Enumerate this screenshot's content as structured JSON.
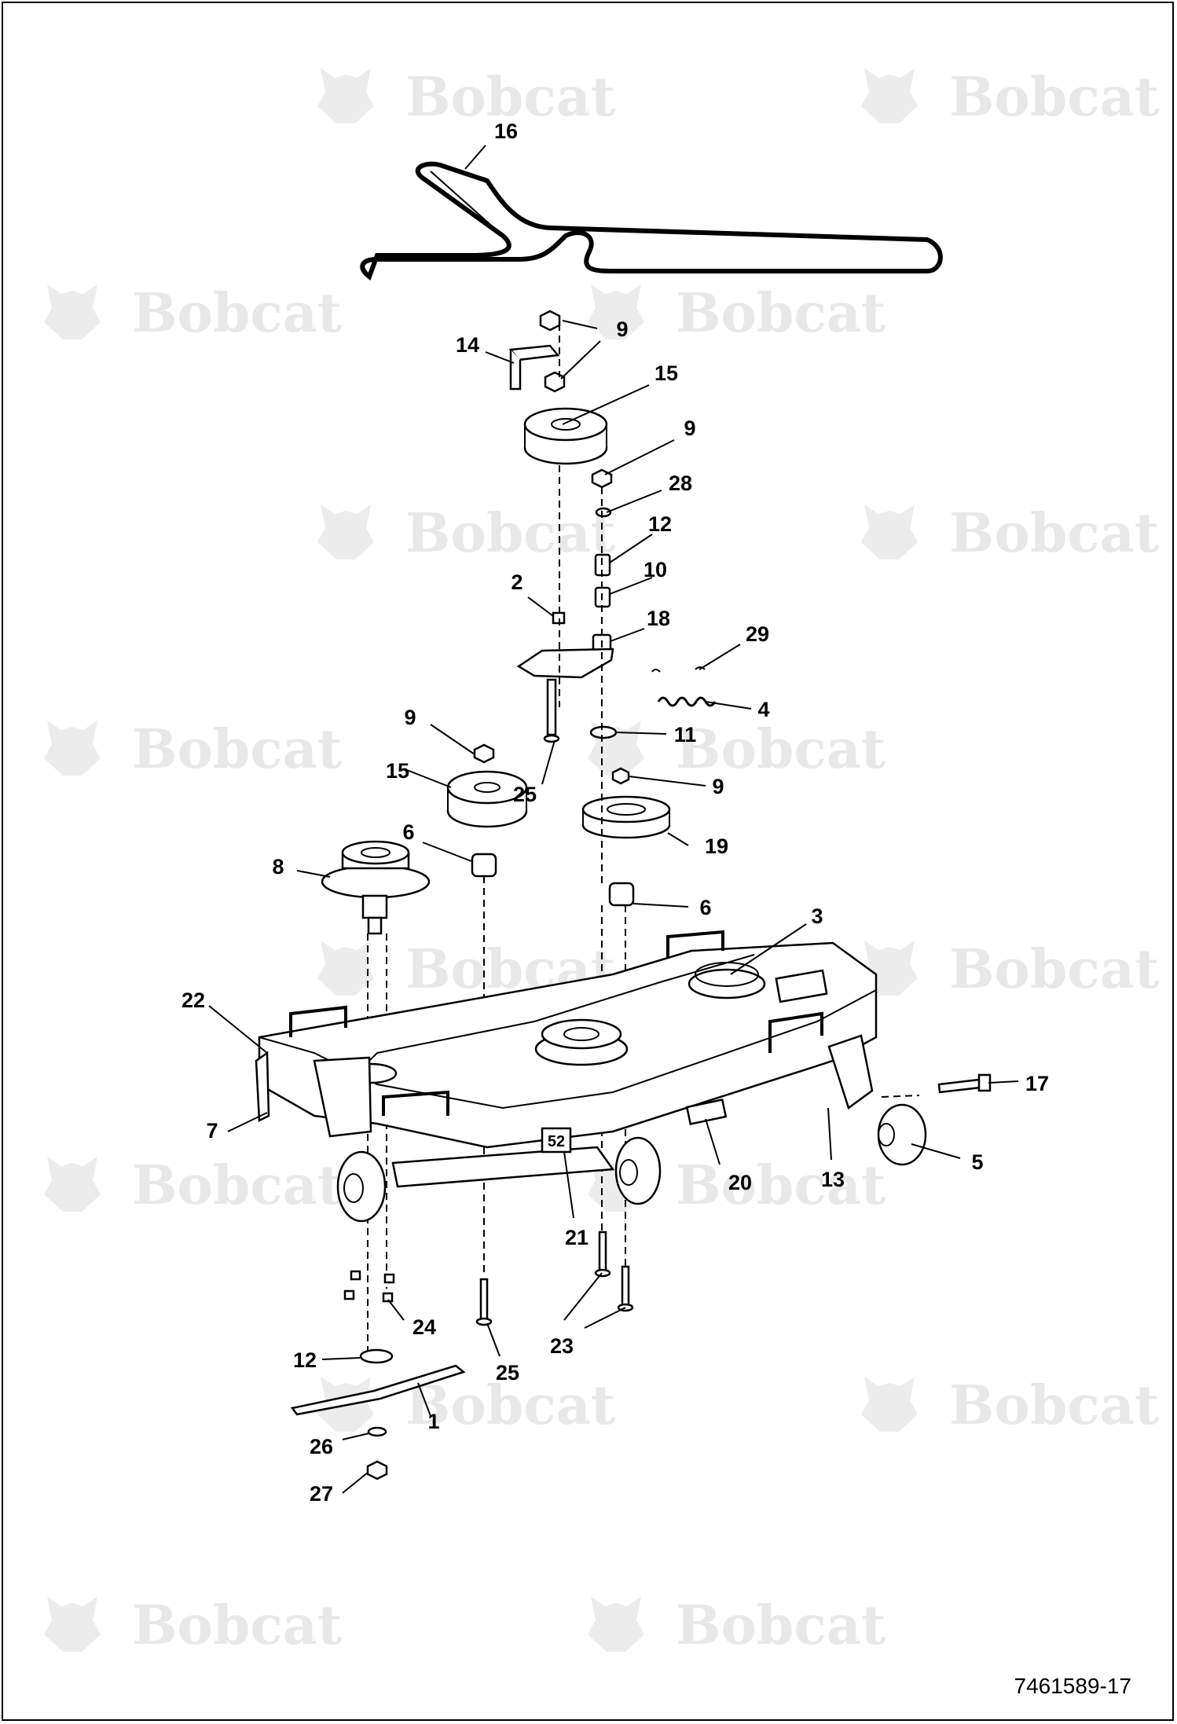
{
  "watermark": {
    "brand": "Bobcat",
    "mark": "®"
  },
  "document_number": "7461589-17",
  "callouts": [
    "1",
    "2",
    "3",
    "4",
    "5",
    "6",
    "6",
    "7",
    "8",
    "9",
    "9",
    "9",
    "9",
    "10",
    "11",
    "12",
    "12",
    "13",
    "14",
    "15",
    "15",
    "16",
    "17",
    "18",
    "19",
    "20",
    "21",
    "22",
    "23",
    "24",
    "25",
    "25",
    "26",
    "27",
    "28",
    "29"
  ],
  "deck_badge": "52"
}
